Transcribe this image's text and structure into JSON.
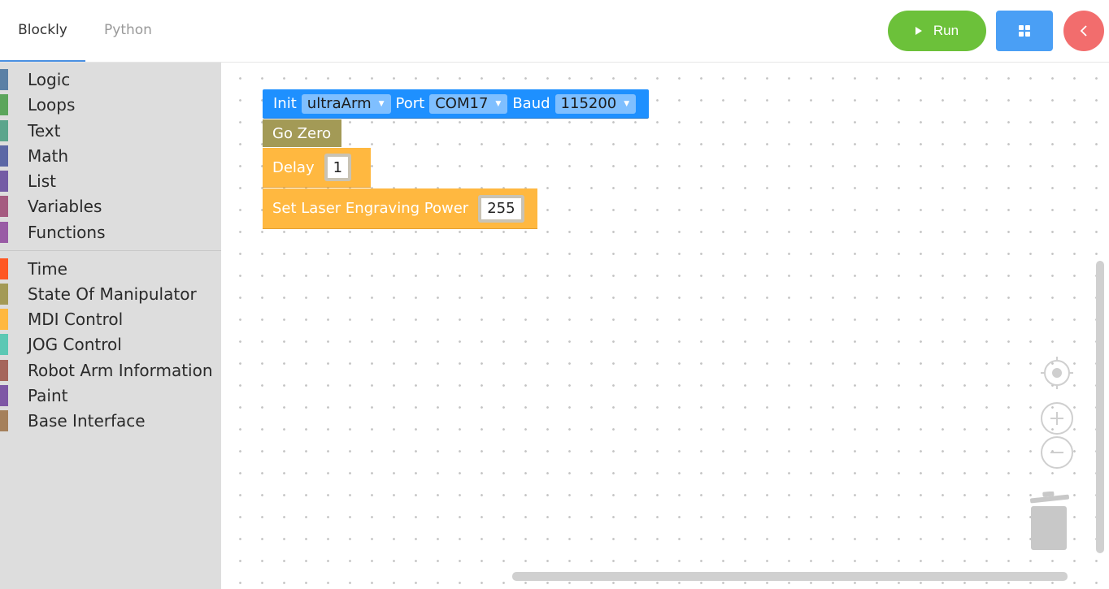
{
  "tabs": [
    {
      "label": "Blockly",
      "active": true
    },
    {
      "label": "Python",
      "active": false
    }
  ],
  "header": {
    "run_label": "Run",
    "run_icon": "play-icon",
    "grid_icon": "grid-icon",
    "back_icon": "chevron-left-icon",
    "colors": {
      "run": "#6cc13a",
      "grid": "#4a9ff5",
      "back": "#f26d6d",
      "tab_underline": "#4a90e2"
    }
  },
  "toolbox": {
    "group1": [
      {
        "label": "Logic",
        "color": "#5b80a5"
      },
      {
        "label": "Loops",
        "color": "#5ba55b"
      },
      {
        "label": "Text",
        "color": "#5ba58c"
      },
      {
        "label": "Math",
        "color": "#5b67a5"
      },
      {
        "label": "List",
        "color": "#745ba5"
      },
      {
        "label": "Variables",
        "color": "#a55b80"
      },
      {
        "label": "Functions",
        "color": "#995ba5"
      }
    ],
    "group2": [
      {
        "label": "Time",
        "color": "#ff5722"
      },
      {
        "label": "State Of Manipulator",
        "color": "#a39a56"
      },
      {
        "label": "MDI Control",
        "color": "#ffb840"
      },
      {
        "label": "JOG Control",
        "color": "#5cc8b4"
      },
      {
        "label": "Robot Arm Information",
        "color": "#a5655b"
      },
      {
        "label": "Paint",
        "color": "#7e57a5"
      },
      {
        "label": "Base Interface",
        "color": "#a5805b"
      }
    ]
  },
  "blocks": {
    "init": {
      "label": "Init",
      "device": "ultraArm",
      "port_label": "Port",
      "port": "COM17",
      "baud_label": "Baud",
      "baud": "115200",
      "color": "#1e90ff"
    },
    "gozero": {
      "label": "Go Zero",
      "color": "#a39a56"
    },
    "delay": {
      "label": "Delay",
      "value": "1",
      "color": "#ffb840"
    },
    "laser": {
      "label": "Set Laser Engraving Power",
      "value": "255",
      "color": "#ffb840"
    }
  },
  "workspace_controls": {
    "recenter_icon": "target-icon",
    "zoom_in_icon": "zoom-in-icon",
    "zoom_out_icon": "zoom-out-icon",
    "trash_icon": "trash-icon"
  }
}
